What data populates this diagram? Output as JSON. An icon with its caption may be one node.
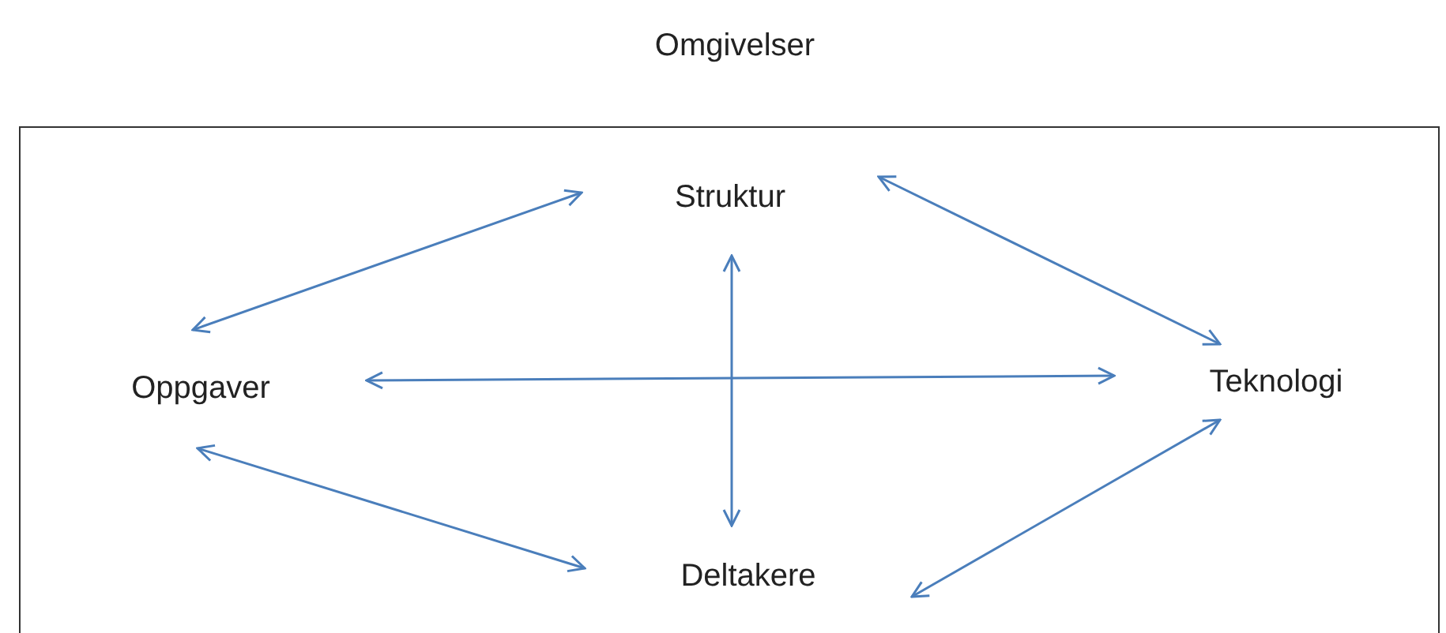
{
  "diagram": {
    "nodes": [
      {
        "text": [
          "Omgivelser"
        ]
      },
      {
        "text": [
          "Struktur"
        ],
        "in": 0
      },
      {
        "text": [
          "Oppgaver"
        ],
        "in": 0
      },
      {
        "text": [
          "Teknologi"
        ],
        "in": 0
      },
      {
        "text": [
          "Deltakere"
        ],
        "in": 0
      }
    ],
    "edges": [
      {
        "from": 1,
        "to": 2,
        "arrow": "both"
      },
      {
        "from": 1,
        "to": 3,
        "arrow": "both"
      },
      {
        "from": 2,
        "to": 3,
        "arrow": "both"
      },
      {
        "from": 1,
        "to": 4,
        "arrow": "both"
      },
      {
        "from": 2,
        "to": 4,
        "arrow": "both"
      },
      {
        "from": 3,
        "to": 4,
        "arrow": "both"
      }
    ]
  }
}
